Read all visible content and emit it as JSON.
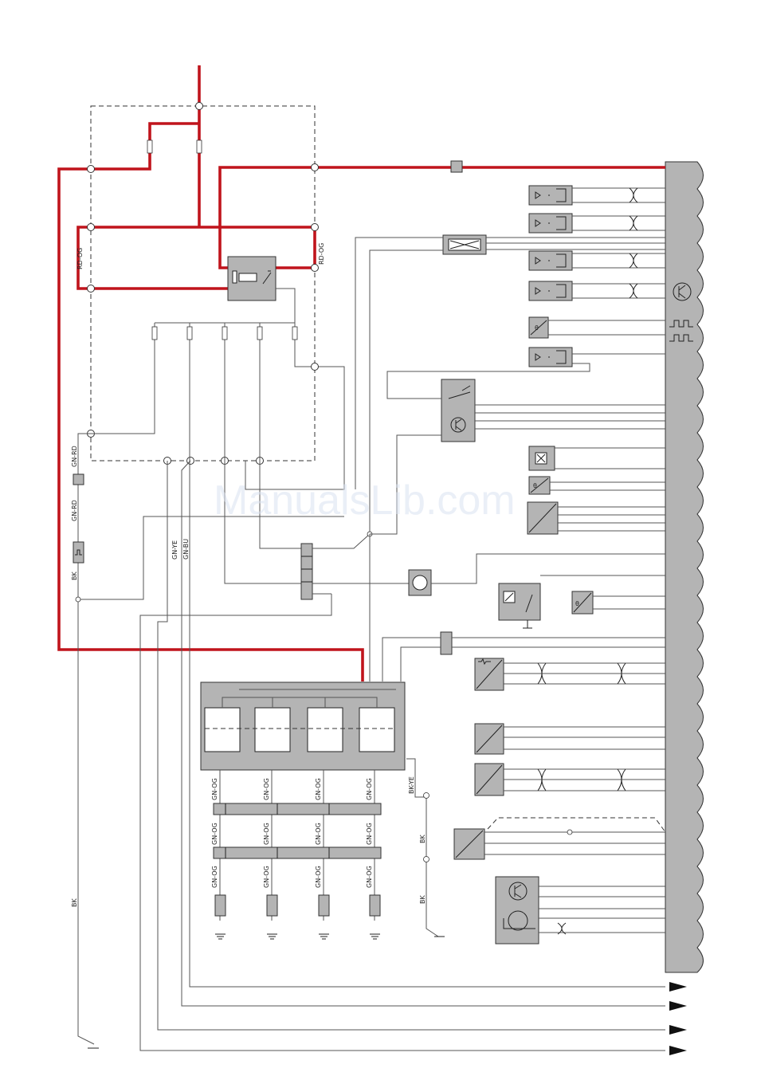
{
  "watermark": "ManualsLib.com",
  "colors": {
    "power": "#c0141c",
    "wire": "#555555",
    "module": "#b4b4b4"
  },
  "wire_labels": {
    "rd_og_left": "RD-OG",
    "rd_og_right": "RD-OG",
    "gn_rd_upper": "GN-RD",
    "gn_rd_lower": "GN-RD",
    "bk_sensor": "BK",
    "gn_ye": "GN-YE",
    "gn_bu": "GN-BU",
    "bk_ground": "BK",
    "bk_ye": "BK-YE",
    "bk_mid": "BK",
    "bk_low": "BK",
    "gn_og": "GN-OG"
  }
}
